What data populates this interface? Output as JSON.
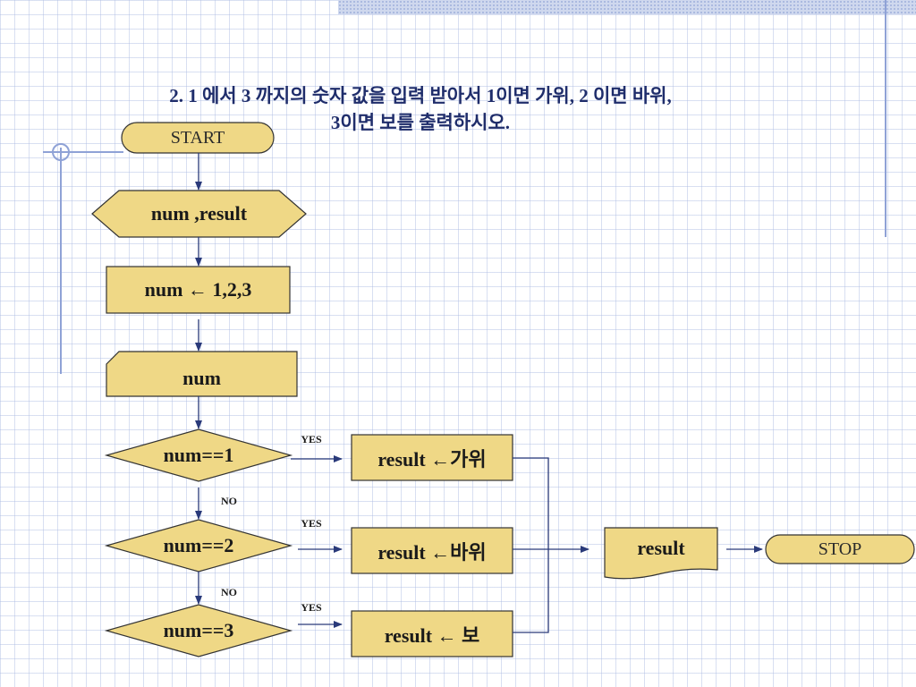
{
  "title": {
    "line1": "2. 1 에서 3 까지의 숫자 값을 입력 받아서  1이면 가위, 2 이면 바위,",
    "line2": "3이면 보를 출력하시오."
  },
  "flow": {
    "start": "START",
    "declare": "num  ,result",
    "assign": "num ← 1,2,3",
    "input": "num",
    "cond1": "num==1",
    "cond2": "num==2",
    "cond3": "num==3",
    "yes": "YES",
    "no": "NO",
    "result1": "result  ←가위",
    "result2": "result  ←바위",
    "result3": "result  ←  보",
    "output": "result",
    "stop": "STOP"
  },
  "colors": {
    "fill": "#efd886",
    "stroke": "#333333",
    "line": "#2a3a7a",
    "title": "#1f2d6b"
  }
}
